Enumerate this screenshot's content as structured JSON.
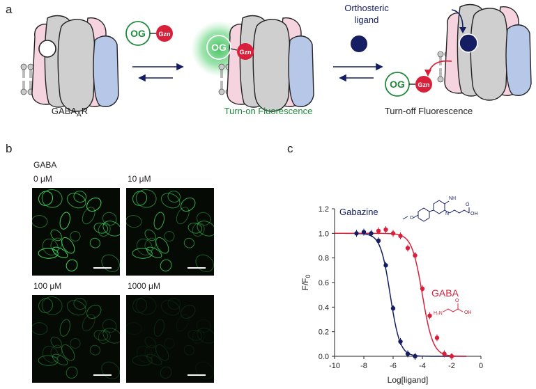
{
  "panel_a": {
    "letter": "a",
    "og": "OG",
    "gzn": "Gzn",
    "ligand_label": [
      "Orthosteric",
      "ligand"
    ],
    "caption_receptor": "GABAAR",
    "caption_on": "Turn-on Fluorescence",
    "caption_off": "Turn-off Fluorescence",
    "colors": {
      "green": "#1e8a3c",
      "red": "#d9203a",
      "navy": "#151d63",
      "pink": "#f5d3df",
      "grey": "#cfcfcf",
      "blue": "#b7c7e8"
    }
  },
  "panel_b": {
    "letter": "b",
    "header": "GABA",
    "images": [
      {
        "label": "0 μM",
        "intensity": 1.0
      },
      {
        "label": "10 μM",
        "intensity": 0.8
      },
      {
        "label": "100 μM",
        "intensity": 0.45
      },
      {
        "label": "1000 μM",
        "intensity": 0.15
      }
    ]
  },
  "panel_c": {
    "letter": "c",
    "chart_data": {
      "type": "scatter",
      "xlabel": "Log[ligand]",
      "ylabel": "F/F0",
      "xlim": [
        -10,
        0
      ],
      "ylim": [
        0,
        1.2
      ],
      "xticks": [
        "-10",
        "-8",
        "-6",
        "-4",
        "-2",
        "0"
      ],
      "yticks": [
        "0.0",
        "0.2",
        "0.4",
        "0.6",
        "0.8",
        "1.0",
        "1.2"
      ],
      "series": [
        {
          "name": "Gabazine",
          "color": "#151d63",
          "fit_ic50_log": -6.2,
          "fit_hill": 1.3,
          "x": [
            -8.5,
            -8.0,
            -7.5,
            -7.0,
            -6.5,
            -6.0,
            -5.5,
            -5.0,
            -4.5
          ],
          "y": [
            1.0,
            1.01,
            1.0,
            0.94,
            0.74,
            0.39,
            0.12,
            0.02,
            0.0
          ]
        },
        {
          "name": "GABA",
          "color": "#d9203a",
          "fit_ic50_log": -4.0,
          "fit_hill": 1.2,
          "x": [
            -7.0,
            -6.5,
            -6.0,
            -5.5,
            -5.0,
            -4.5,
            -4.0,
            -3.5,
            -3.0,
            -2.5,
            -2.0
          ],
          "y": [
            1.02,
            1.03,
            1.0,
            0.98,
            0.88,
            0.82,
            0.55,
            0.33,
            0.15,
            0.02,
            0.0
          ]
        }
      ]
    }
  }
}
